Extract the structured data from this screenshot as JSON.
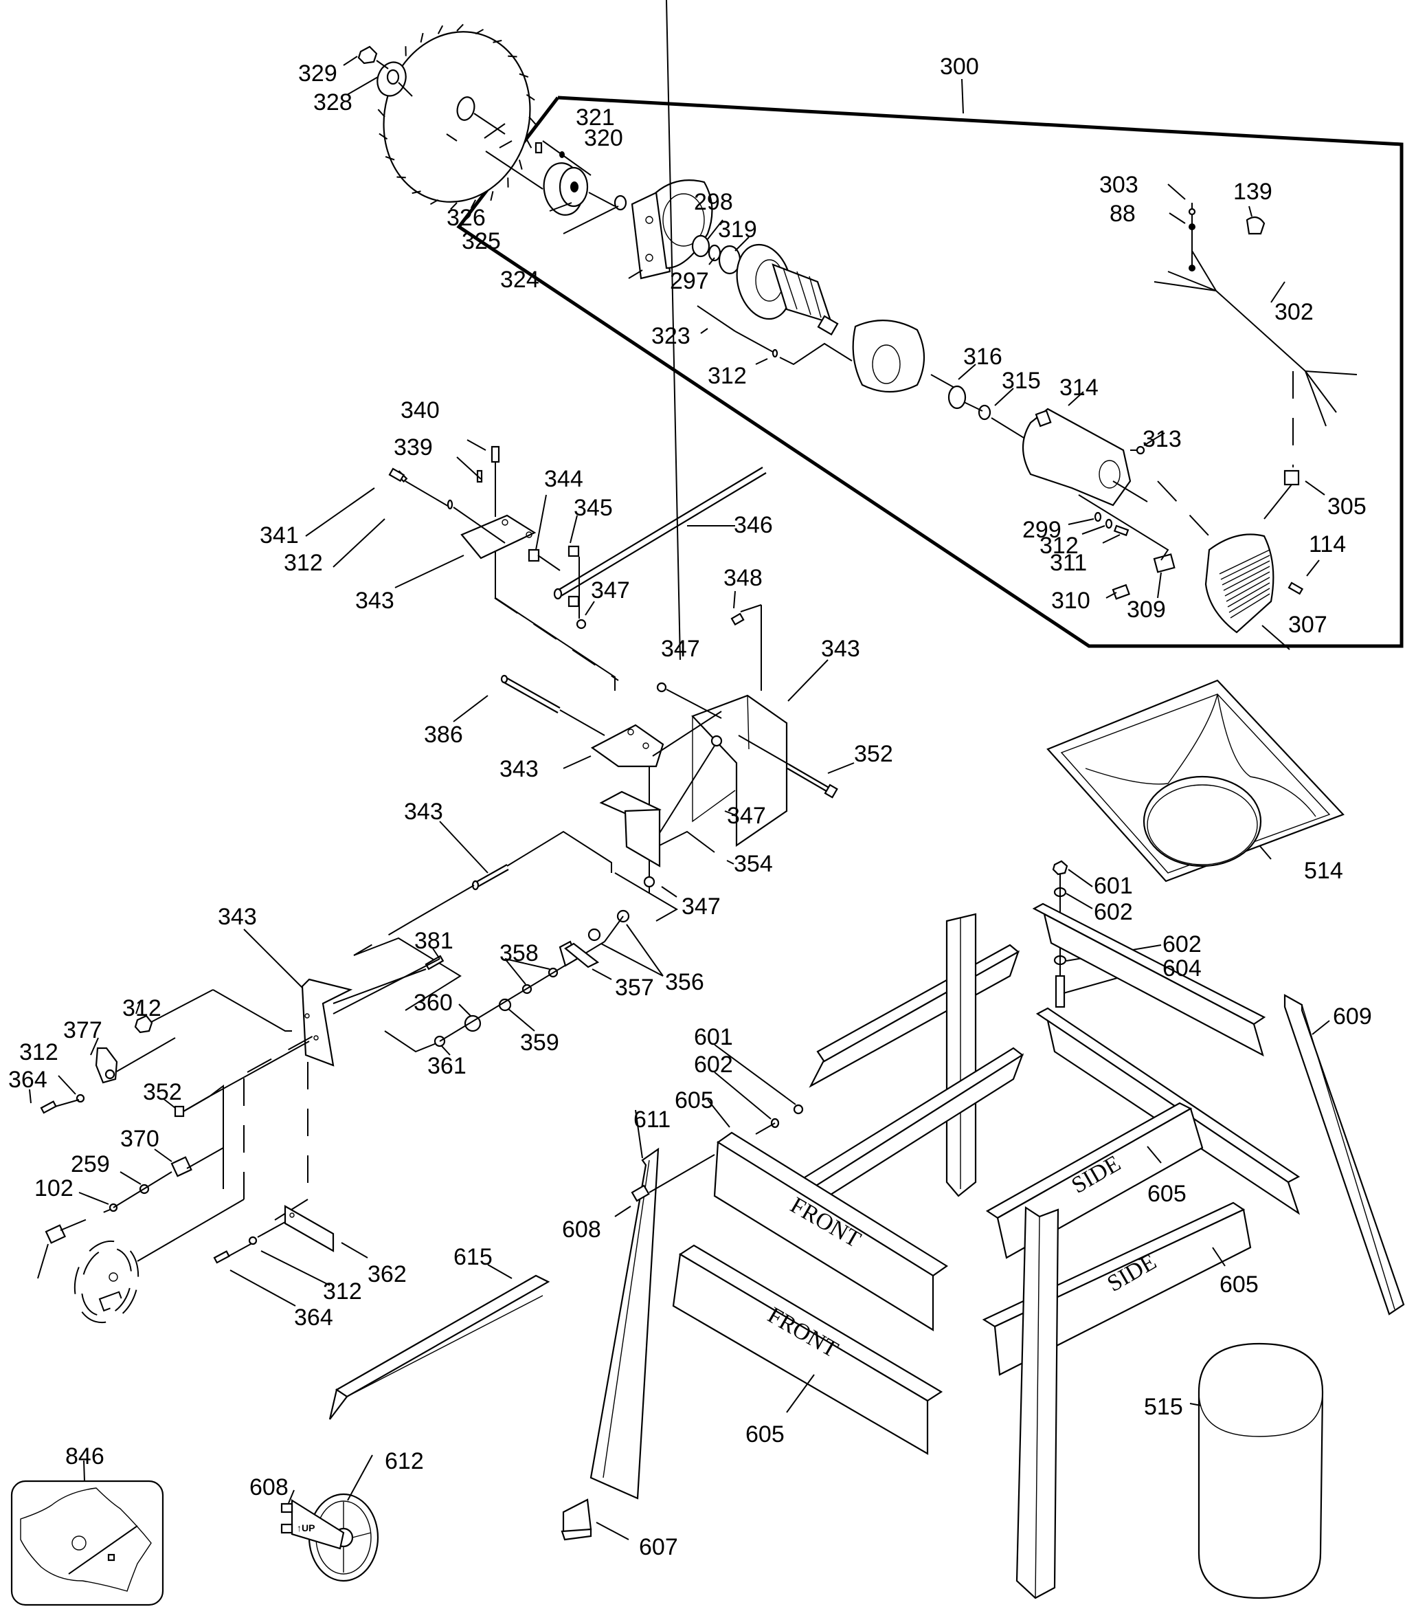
{
  "title": "Table Saw Exploded Parts Diagram",
  "callouts": [
    {
      "id": "c300",
      "text": "300"
    },
    {
      "id": "c329",
      "text": "329"
    },
    {
      "id": "c328",
      "text": "328"
    },
    {
      "id": "c321",
      "text": "321"
    },
    {
      "id": "c320",
      "text": "320"
    },
    {
      "id": "c326",
      "text": "326"
    },
    {
      "id": "c325",
      "text": "325"
    },
    {
      "id": "c324",
      "text": "324"
    },
    {
      "id": "c298",
      "text": "298"
    },
    {
      "id": "c297",
      "text": "297"
    },
    {
      "id": "c319",
      "text": "319"
    },
    {
      "id": "c323",
      "text": "323"
    },
    {
      "id": "c312a",
      "text": "312"
    },
    {
      "id": "c316",
      "text": "316"
    },
    {
      "id": "c315",
      "text": "315"
    },
    {
      "id": "c314",
      "text": "314"
    },
    {
      "id": "c313",
      "text": "313"
    },
    {
      "id": "c303",
      "text": "303"
    },
    {
      "id": "c88",
      "text": "88"
    },
    {
      "id": "c139",
      "text": "139"
    },
    {
      "id": "c302",
      "text": "302"
    },
    {
      "id": "c305",
      "text": "305"
    },
    {
      "id": "c299",
      "text": "299"
    },
    {
      "id": "c312b",
      "text": "312"
    },
    {
      "id": "c311",
      "text": "311"
    },
    {
      "id": "c310",
      "text": "310"
    },
    {
      "id": "c309",
      "text": "309"
    },
    {
      "id": "c114",
      "text": "114"
    },
    {
      "id": "c307",
      "text": "307"
    },
    {
      "id": "c340",
      "text": "340"
    },
    {
      "id": "c339",
      "text": "339"
    },
    {
      "id": "c341",
      "text": "341"
    },
    {
      "id": "c312c",
      "text": "312"
    },
    {
      "id": "c343a",
      "text": "343"
    },
    {
      "id": "c344",
      "text": "344"
    },
    {
      "id": "c345",
      "text": "345"
    },
    {
      "id": "c346",
      "text": "346"
    },
    {
      "id": "c347a",
      "text": "347"
    },
    {
      "id": "c348",
      "text": "348"
    },
    {
      "id": "c347b",
      "text": "347"
    },
    {
      "id": "c343b",
      "text": "343"
    },
    {
      "id": "c386",
      "text": "386"
    },
    {
      "id": "c343c",
      "text": "343"
    },
    {
      "id": "c352a",
      "text": "352"
    },
    {
      "id": "c347c",
      "text": "347"
    },
    {
      "id": "c343d",
      "text": "343"
    },
    {
      "id": "c354",
      "text": "354"
    },
    {
      "id": "c347d",
      "text": "347"
    },
    {
      "id": "c343e",
      "text": "343"
    },
    {
      "id": "c381",
      "text": "381"
    },
    {
      "id": "c358",
      "text": "358"
    },
    {
      "id": "c357",
      "text": "357"
    },
    {
      "id": "c356",
      "text": "356"
    },
    {
      "id": "c360",
      "text": "360"
    },
    {
      "id": "c359",
      "text": "359"
    },
    {
      "id": "c361",
      "text": "361"
    },
    {
      "id": "c312d",
      "text": "312"
    },
    {
      "id": "c377",
      "text": "377"
    },
    {
      "id": "c312e",
      "text": "312"
    },
    {
      "id": "c364a",
      "text": "364"
    },
    {
      "id": "c352b",
      "text": "352"
    },
    {
      "id": "c370",
      "text": "370"
    },
    {
      "id": "c259",
      "text": "259"
    },
    {
      "id": "c102",
      "text": "102"
    },
    {
      "id": "c362",
      "text": "362"
    },
    {
      "id": "c312f",
      "text": "312"
    },
    {
      "id": "c364b",
      "text": "364"
    },
    {
      "id": "c514",
      "text": "514"
    },
    {
      "id": "c601a",
      "text": "601"
    },
    {
      "id": "c602a",
      "text": "602"
    },
    {
      "id": "c602b",
      "text": "602"
    },
    {
      "id": "c604",
      "text": "604"
    },
    {
      "id": "c609",
      "text": "609"
    },
    {
      "id": "c601b",
      "text": "601"
    },
    {
      "id": "c602c",
      "text": "602"
    },
    {
      "id": "c605a",
      "text": "605"
    },
    {
      "id": "c611",
      "text": "611"
    },
    {
      "id": "c608a",
      "text": "608"
    },
    {
      "id": "c605b",
      "text": "605"
    },
    {
      "id": "c605c",
      "text": "605"
    },
    {
      "id": "c615",
      "text": "615"
    },
    {
      "id": "c605d",
      "text": "605"
    },
    {
      "id": "c846",
      "text": "846"
    },
    {
      "id": "c608b",
      "text": "608"
    },
    {
      "id": "c612",
      "text": "612"
    },
    {
      "id": "c607",
      "text": "607"
    },
    {
      "id": "c515",
      "text": "515"
    }
  ],
  "stencils": {
    "front_upper": "FRONT",
    "front_lower": "FRONT",
    "side_upper": "SIDE",
    "side_lower": "SIDE",
    "wheel_bracket": "↑UP"
  }
}
